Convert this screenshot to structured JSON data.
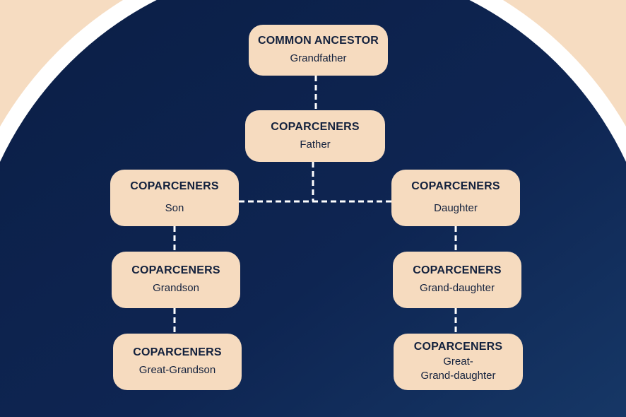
{
  "colors": {
    "background": "#f6dcc1",
    "arch": "#0c2148",
    "ring": "#ffffff",
    "box": "#f6dbbf",
    "text": "#13213d"
  },
  "nodes": {
    "grandfather": {
      "title": "COMMON ANCESTOR",
      "subtitle": "Grandfather"
    },
    "father": {
      "title": "COPARCENERS",
      "subtitle": "Father"
    },
    "son": {
      "title": "COPARCENERS",
      "subtitle": "Son"
    },
    "daughter": {
      "title": "COPARCENERS",
      "subtitle": "Daughter"
    },
    "grandson": {
      "title": "COPARCENERS",
      "subtitle": "Grandson"
    },
    "granddaughter": {
      "title": "COPARCENERS",
      "subtitle": "Grand-daughter"
    },
    "great_grandson": {
      "title": "COPARCENERS",
      "subtitle": "Great-Grandson"
    },
    "great_granddaughter": {
      "title": "COPARCENERS",
      "subtitle": "Great-\nGrand-daughter"
    }
  }
}
